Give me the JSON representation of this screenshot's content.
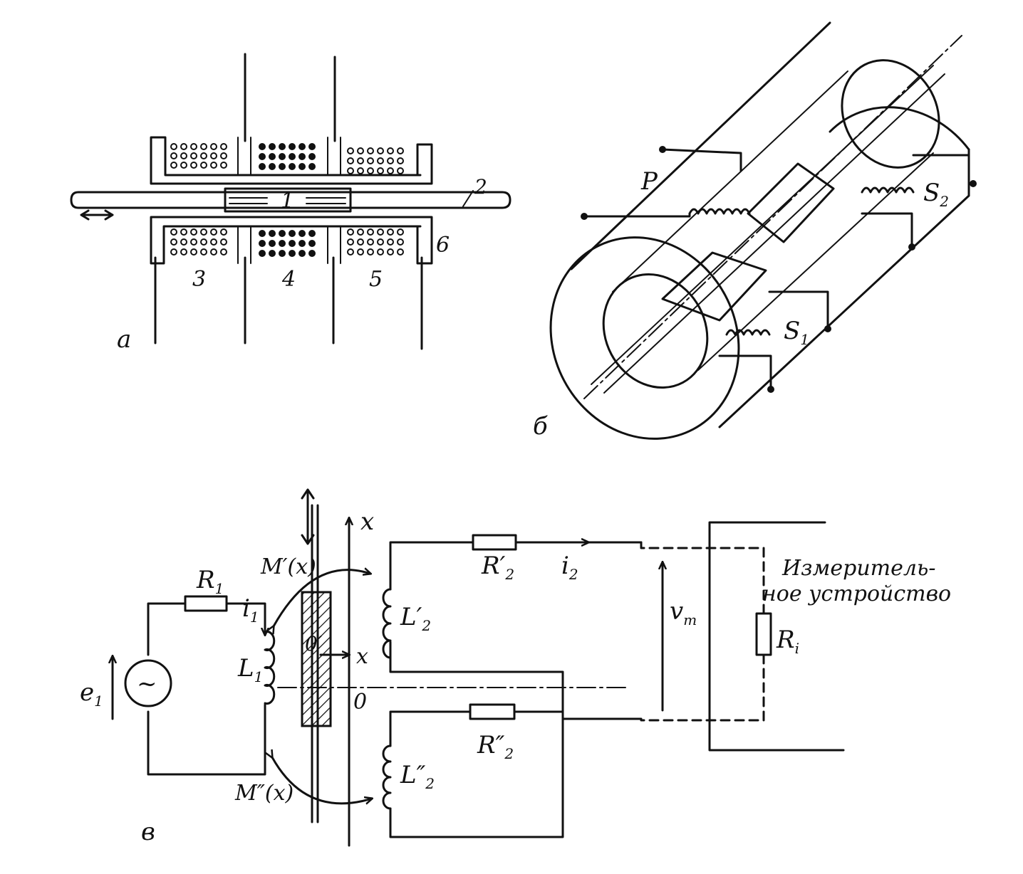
{
  "panel_a": {
    "panel_label": "а",
    "parts": {
      "core": "1",
      "rod": "2",
      "coil_left": "3",
      "coil_center": "4",
      "coil_right": "5",
      "housing": "6"
    }
  },
  "panel_b": {
    "panel_label": "б",
    "windings": {
      "primary": "P",
      "secondary_1": "S",
      "secondary_1_sub": "1",
      "secondary_2": "S",
      "secondary_2_sub": "2"
    }
  },
  "panel_c": {
    "panel_label": "в",
    "source": {
      "emf": "e",
      "emf_sub": "1",
      "symbol": "~"
    },
    "resistor_r1": {
      "name": "R",
      "sub": "1"
    },
    "current_i1": {
      "name": "i",
      "sub": "1"
    },
    "inductor_l1": {
      "name": "L",
      "sub": "1"
    },
    "mutual_upper": "M′(x)",
    "mutual_lower": "M″(x)",
    "core_origin": "0′",
    "axis_x": "x",
    "axis_x_core": "x",
    "axis_origin": "0",
    "inductor_l2_upper": {
      "name": "L′",
      "sub": "2"
    },
    "inductor_l2_lower": {
      "name": "L″",
      "sub": "2"
    },
    "resistor_r2_upper": {
      "name": "R′",
      "sub": "2"
    },
    "resistor_r2_lower": {
      "name": "R″",
      "sub": "2"
    },
    "current_i2": {
      "name": "i",
      "sub": "2"
    },
    "output_voltage": "v",
    "output_voltage_sub": "m",
    "meter_label_line1": "Измеритель-",
    "meter_label_line2": "ное устройство",
    "meter_resistance": {
      "name": "R",
      "sub": "i"
    }
  }
}
